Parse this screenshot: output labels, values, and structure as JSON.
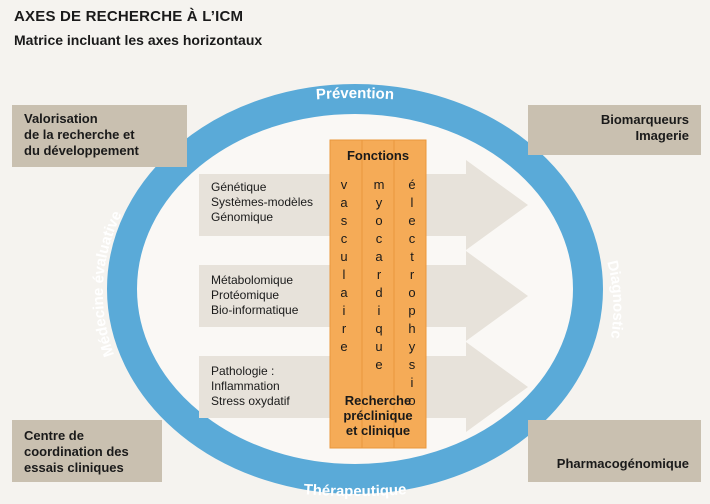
{
  "header": {
    "title": "AXES DE RECHERCHE À L’ICM",
    "subtitle": "Matrice incluant les axes horizontaux"
  },
  "corners": {
    "top_left": "Valorisation\nde la recherche et\ndu développement",
    "top_right": "Biomarqueurs\nImagerie",
    "bottom_left": "Centre de\ncoordination des\nessais cliniques",
    "bottom_right": "Pharmacogénomique"
  },
  "ring": {
    "top": "Prévention",
    "right": "Diagnostic",
    "bottom": "Thérapeutique",
    "left": "Médecine évaluative"
  },
  "groups": [
    "Génétique\nSystèmes-modèles\nGénomique",
    "Métabolomique\nProtéomique\nBio-informatique",
    "Pathologie :\nInflammation\nStress oxydatif"
  ],
  "functions": {
    "header": "Fonctions",
    "columns": [
      "vasculaire",
      "myocardique",
      "électrophysio"
    ],
    "footer": "Recherche\npréclinique\net clinique"
  },
  "colors": {
    "ring": "#5aaad8",
    "column": "#f5ab57",
    "arrow": "#e7e2da",
    "box": "#c9c0b0"
  }
}
